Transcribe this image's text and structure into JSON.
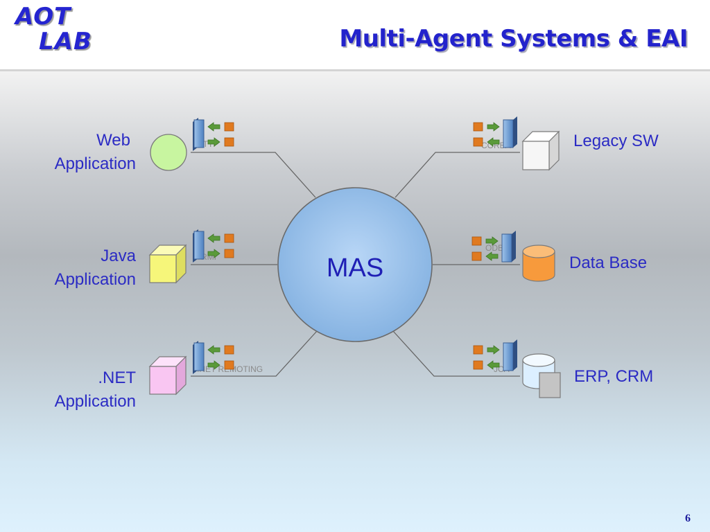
{
  "logo": {
    "line1": "AOT",
    "line2": "LAB"
  },
  "title": "Multi-Agent Systems & EAI",
  "hub": {
    "label": "MAS"
  },
  "nodes": {
    "web": {
      "line1": "Web",
      "line2": "Application",
      "protocol": "HTTP"
    },
    "java": {
      "line1": "Java",
      "line2": "Application",
      "protocol": "RMI"
    },
    "dotnet": {
      "line1": ".NET",
      "line2": "Application",
      "protocol": ".NET REMOTING"
    },
    "legacy": {
      "label": "Legacy SW",
      "protocol": "CORBA"
    },
    "db": {
      "label": "Data Base",
      "protocol": "ODBC"
    },
    "erp": {
      "label": "ERP, CRM",
      "protocol": "JCA"
    }
  },
  "page_number": "6",
  "colors": {
    "title": "#2323cc",
    "label": "#2b2bc4",
    "hub_fill": "#8db8e6",
    "web_icon": "#c8f5a0",
    "java_icon": "#f6f67a",
    "dotnet_icon": "#f9c6f2",
    "db_icon": "#f79a3c",
    "adapter_arrow": "#5a9a3a",
    "adapter_box": "#e07a20"
  }
}
